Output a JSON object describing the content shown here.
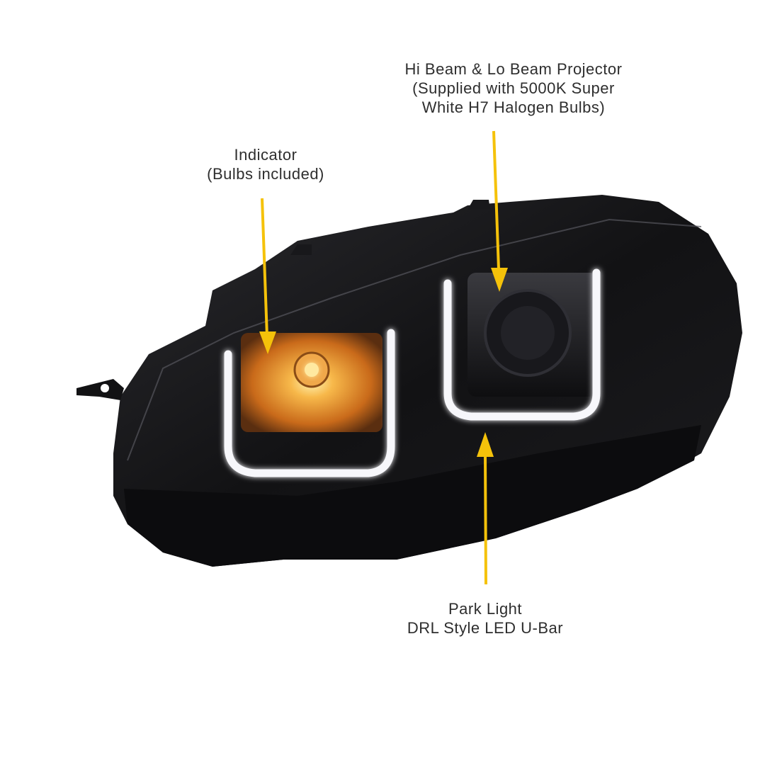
{
  "product": "Projector headlight with LED U-bar",
  "colors": {
    "background": "#ffffff",
    "text": "#2e2e2e",
    "arrow": "#f5c20a",
    "housing": "#141416",
    "indicator": "#f2a030",
    "drl": "#f4f4f8"
  },
  "callouts": {
    "projector": {
      "lines": [
        "Hi Beam & Lo Beam Projector",
        "(Supplied with 5000K Super",
        "White H7 Halogen Bulbs)"
      ]
    },
    "indicator": {
      "lines": [
        "Indicator",
        "(Bulbs included)"
      ]
    },
    "park_light": {
      "lines": [
        "Park Light",
        "DRL Style LED U-Bar"
      ]
    }
  }
}
